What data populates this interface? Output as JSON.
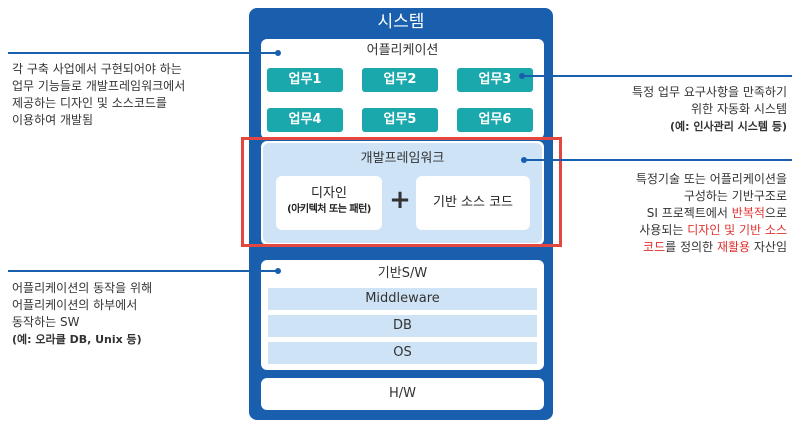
{
  "system": {
    "title": "시스템"
  },
  "application": {
    "title": "어플리케이션",
    "tasks": [
      "업무1",
      "업무2",
      "업무3",
      "업무4",
      "업무5",
      "업무6"
    ]
  },
  "framework": {
    "title": "개발프레임워크",
    "design_line1": "디자인",
    "design_line2": "(아키텍처 또는 패턴)",
    "plus": "+",
    "source": "기반 소스 코드"
  },
  "base_sw": {
    "title": "기반S/W",
    "layers": [
      "Middleware",
      "DB",
      "OS"
    ]
  },
  "hw": {
    "title": "H/W"
  },
  "left_notes": {
    "framework_note": [
      "각 구축 사업에서 구현되어야 하는",
      "업무 기능들로 개발프레임워크에서",
      "제공하는 디자인 및 소스코드를",
      "이용하여 개발됨"
    ],
    "sw_note": [
      "어플리케이션의 동작을 위해",
      "어플리케이션의 하부에서",
      "동작하는 SW"
    ],
    "sw_example": "(예: 오라클 DB, Unix 등)"
  },
  "right_notes": {
    "app_note": [
      "특정 업무 요구사항을 만족하기",
      "위한 자동화 시스템"
    ],
    "app_example": "(예: 인사관리 시스템 등)",
    "fw_note_line1": "특정기술 또는 어플리케이션을",
    "fw_note_line2": "구성하는 기반구조로",
    "fw_note_line3_a": "SI 프로젝트에서 ",
    "fw_note_line3_b": "반복적",
    "fw_note_line3_c": "으로",
    "fw_note_line4_a": "사용되는 ",
    "fw_note_line4_b": "디자인 및 기반 소스",
    "fw_note_line5_a": "코드",
    "fw_note_line5_b": "를 정의한 ",
    "fw_note_line5_c": "재활용",
    "fw_note_line5_d": " 자산임"
  },
  "colors": {
    "primary_blue": "#1a5fae",
    "teal": "#1aa8ac",
    "light_blue": "#cfe3f6",
    "highlight_red": "#e4473f"
  }
}
